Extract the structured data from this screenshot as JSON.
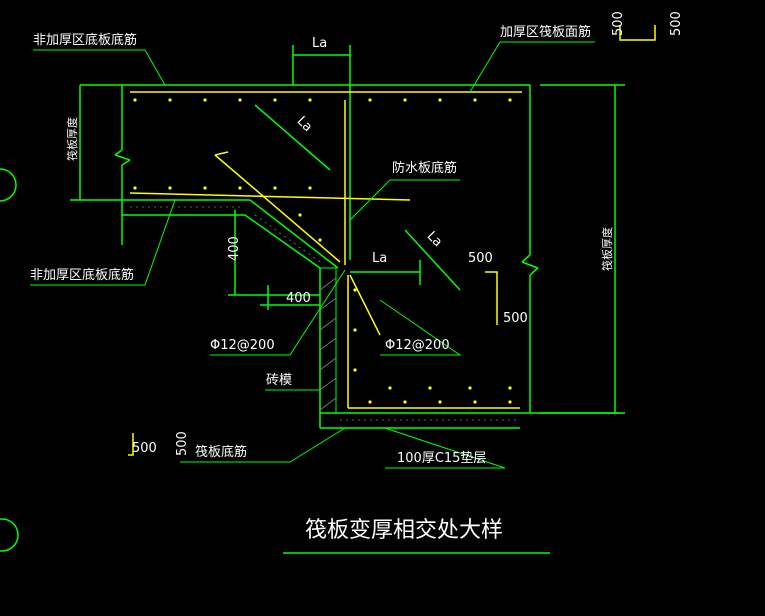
{
  "labels": {
    "non_thick_top": "非加厚区底板底筋",
    "thick_top": "加厚区筏板面筋",
    "scale_top": "500",
    "scale_top2": "500",
    "la_top": "La",
    "la_diag1": "La",
    "slab_thickness_left": "筏板厚度",
    "waterproof": "防水板底筋",
    "la_mid": "La",
    "la_diag2": "La",
    "dim_500_mid": "500",
    "dim_500_mid2": "500",
    "dim_400_v": "400",
    "dim_400_h": "400",
    "non_thick_bottom": "非加厚区底板底筋",
    "rebar_left": "Φ12@200",
    "rebar_right": "Φ12@200",
    "brick_mold": "砖模",
    "scale_bottom": "500",
    "scale_bottom2": "500",
    "raft_bottom": "筏板底筋",
    "cushion": "100厚C15垫层",
    "slab_thickness_right": "筏板厚度",
    "title": "筏板变厚相交处大样"
  },
  "colors": {
    "background": "#000000",
    "outline": "#00ff00",
    "rebar": "#ffff00",
    "text": "#ffffff",
    "hatch": "#7f7f7f"
  }
}
